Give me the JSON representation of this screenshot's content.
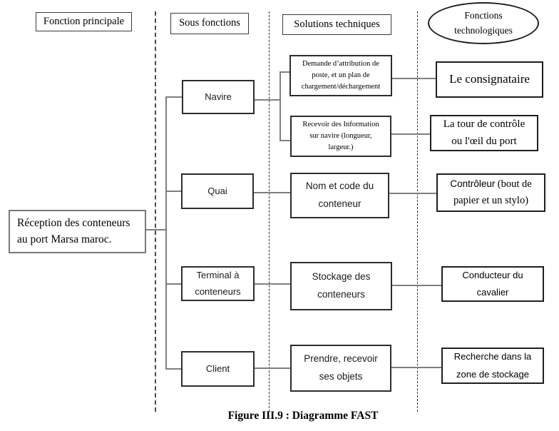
{
  "headers": {
    "fonction_principale": "Fonction principale",
    "sous_fonctions": "Sous fonctions",
    "solutions_techniques": "Solutions techniques",
    "fonctions_technologiques": "Fonctions technologiques"
  },
  "main_function": "Réception des conteneurs au port Marsa maroc.",
  "sub_functions": {
    "navire": "Navire",
    "quai": "Quai",
    "terminal": "Terminal à conteneurs",
    "client": "Client"
  },
  "solutions": {
    "demande": "Demande d’attribution de poste, et un plan de chargement/déchargement",
    "recevoir": "Recevoir des Information sur navire (longueur, largeur.)",
    "nom_code": "Nom et code du conteneur",
    "stockage": "Stockage des conteneurs",
    "prendre": "Prendre, recevoir ses objets"
  },
  "technologies": {
    "consignataire": "Le consignataire",
    "tour_controle": "La tour de contrôle ou l'œil du port",
    "controleur_word": "Contrôleur",
    "controleur_rest": "(bout de papier et un stylo)",
    "conducteur": "Conducteur du cavalier",
    "recherche": "Recherche dans la zone de stockage"
  },
  "caption": "Figure III.9 : Diagramme FAST",
  "colors": {
    "box_border": "#2d2d2d",
    "main_box_border": "#7a7a7a",
    "connector": "#7f7f7f",
    "separator": "#4c4c4c",
    "background": "#ffffff"
  }
}
